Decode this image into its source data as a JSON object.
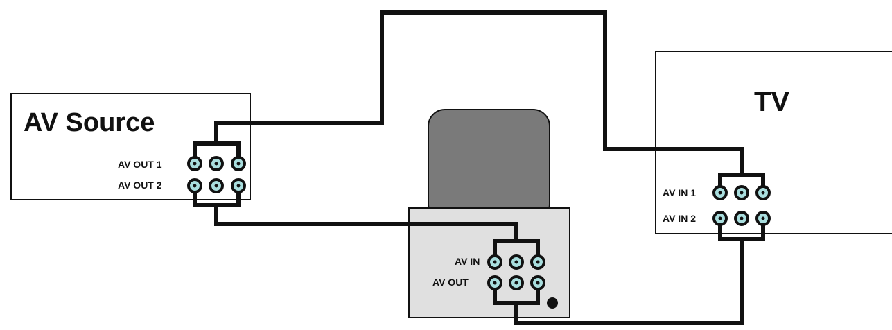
{
  "devices": {
    "av_source": {
      "title": "AV Source",
      "out1_label": "AV OUT 1",
      "out2_label": "AV OUT 2"
    },
    "tv": {
      "title": "TV",
      "in1_label": "AV IN 1",
      "in2_label": "AV IN 2"
    },
    "recorder": {
      "in_label": "AV IN",
      "out_label": "AV OUT"
    }
  },
  "colors": {
    "jack_fill": "#a9dede",
    "recorder_body": "#e0e0e0",
    "recorder_top": "#7a7a7a",
    "cable": "#111111"
  },
  "connections": [
    {
      "from": "AV OUT 1",
      "to": "AV IN 1"
    },
    {
      "from": "AV OUT 2",
      "to": "AV IN"
    },
    {
      "from": "AV OUT",
      "to": "AV IN 2"
    }
  ]
}
